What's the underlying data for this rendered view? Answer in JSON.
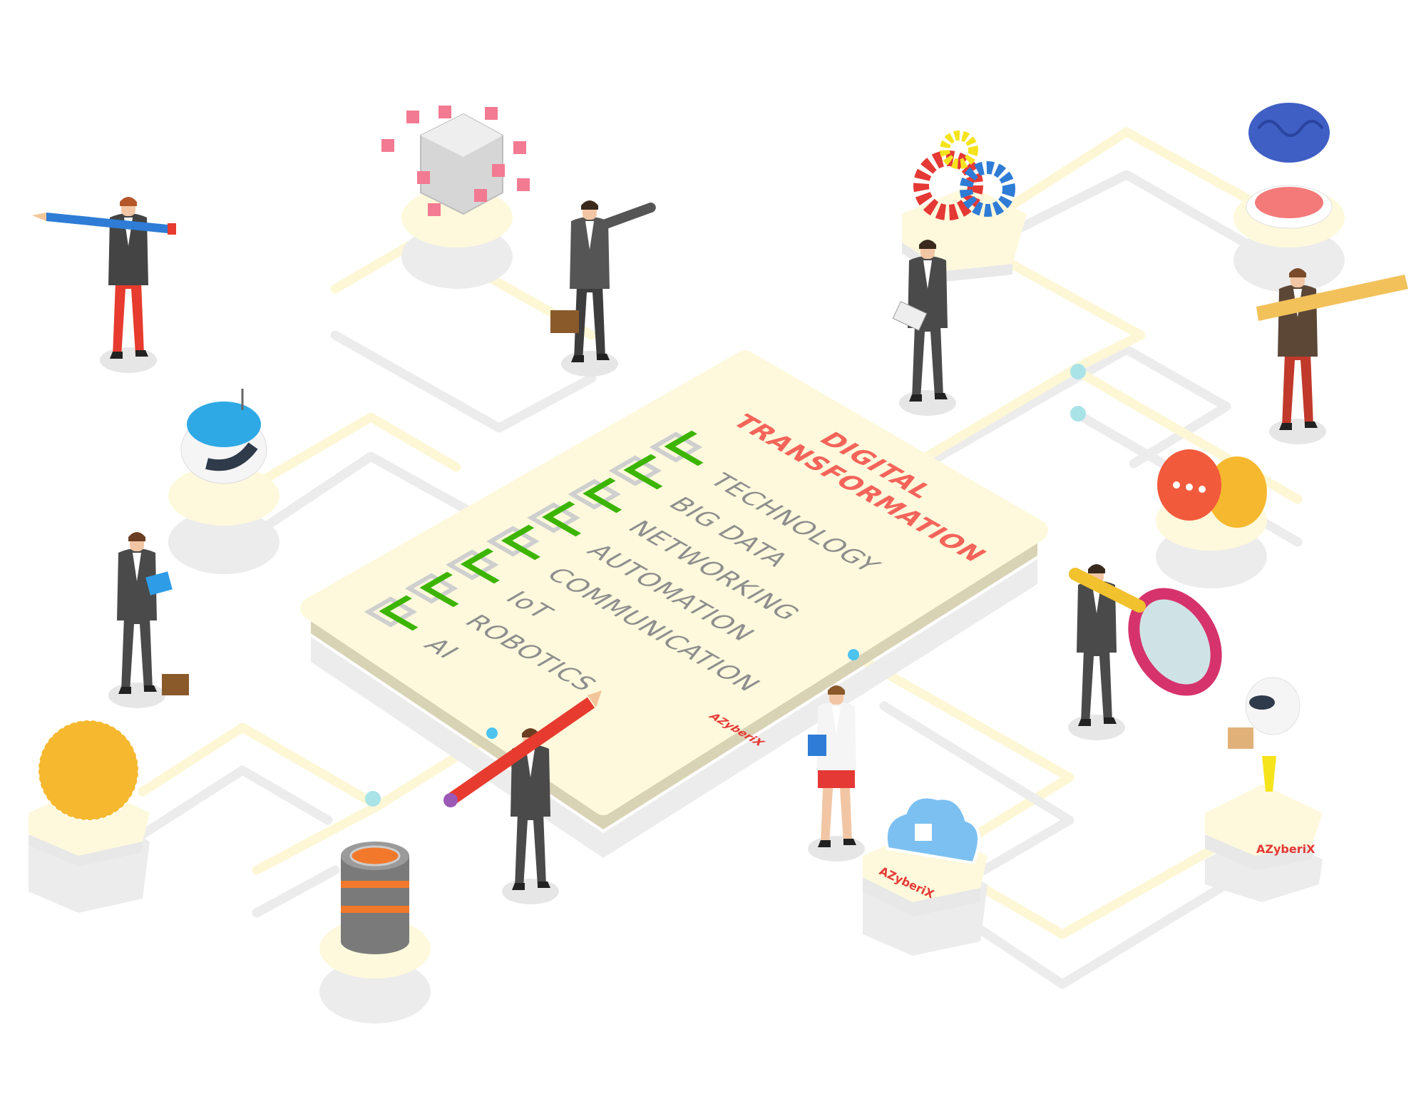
{
  "board": {
    "title_line1": "DIGITAL",
    "title_line2": "TRANSFORMATION",
    "items": [
      "TECHNOLOGY",
      "BIG DATA",
      "NETWORKING",
      "AUTOMATION",
      "COMMUNICATION",
      "IoT",
      "ROBOTICS",
      "AI"
    ],
    "logo": "AZyberiX"
  },
  "logos": {
    "cloud_platform": "AZyberiX",
    "robot_platform": "AZyberiX"
  },
  "colors": {
    "board_top": "#fef9dc",
    "board_side": "#d9d3b5",
    "title": "#f4645a",
    "item_text": "#8e8e8e",
    "check": "#3cb400",
    "checkbox": "#cfcfcf",
    "wire_yellow": "#fdf7d6",
    "wire_gray": "#ececec",
    "connector": "#4dc3f0"
  },
  "icons": [
    "pencil-icon",
    "cube-grid-icon",
    "gears-icon",
    "brain-icon",
    "red-button-icon",
    "ruler-icon",
    "robot-brain-icon",
    "laptop-icon",
    "speech-bubbles-icon",
    "magnifier-icon",
    "delivery-robot-icon",
    "globe-icon",
    "database-icon",
    "cloud-chip-icon",
    "book-icon",
    "briefcase-icon",
    "tablet-icon"
  ]
}
